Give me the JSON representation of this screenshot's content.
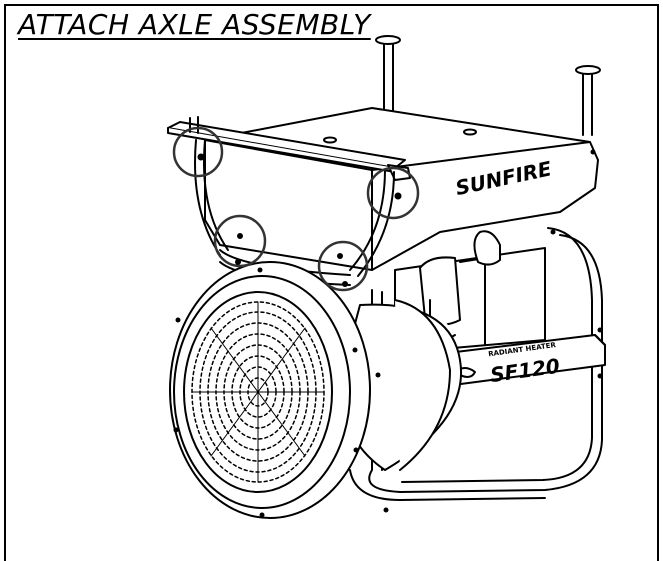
{
  "title": "ATTACH AXLE ASSEMBLY",
  "brand_text": "SUNFIRE",
  "model_text": "SF120",
  "model_subtext": "RADIANT HEATER",
  "colors": {
    "line": "#000000",
    "background": "#ffffff",
    "circle": "#333333"
  },
  "callout_circles_count": 4
}
